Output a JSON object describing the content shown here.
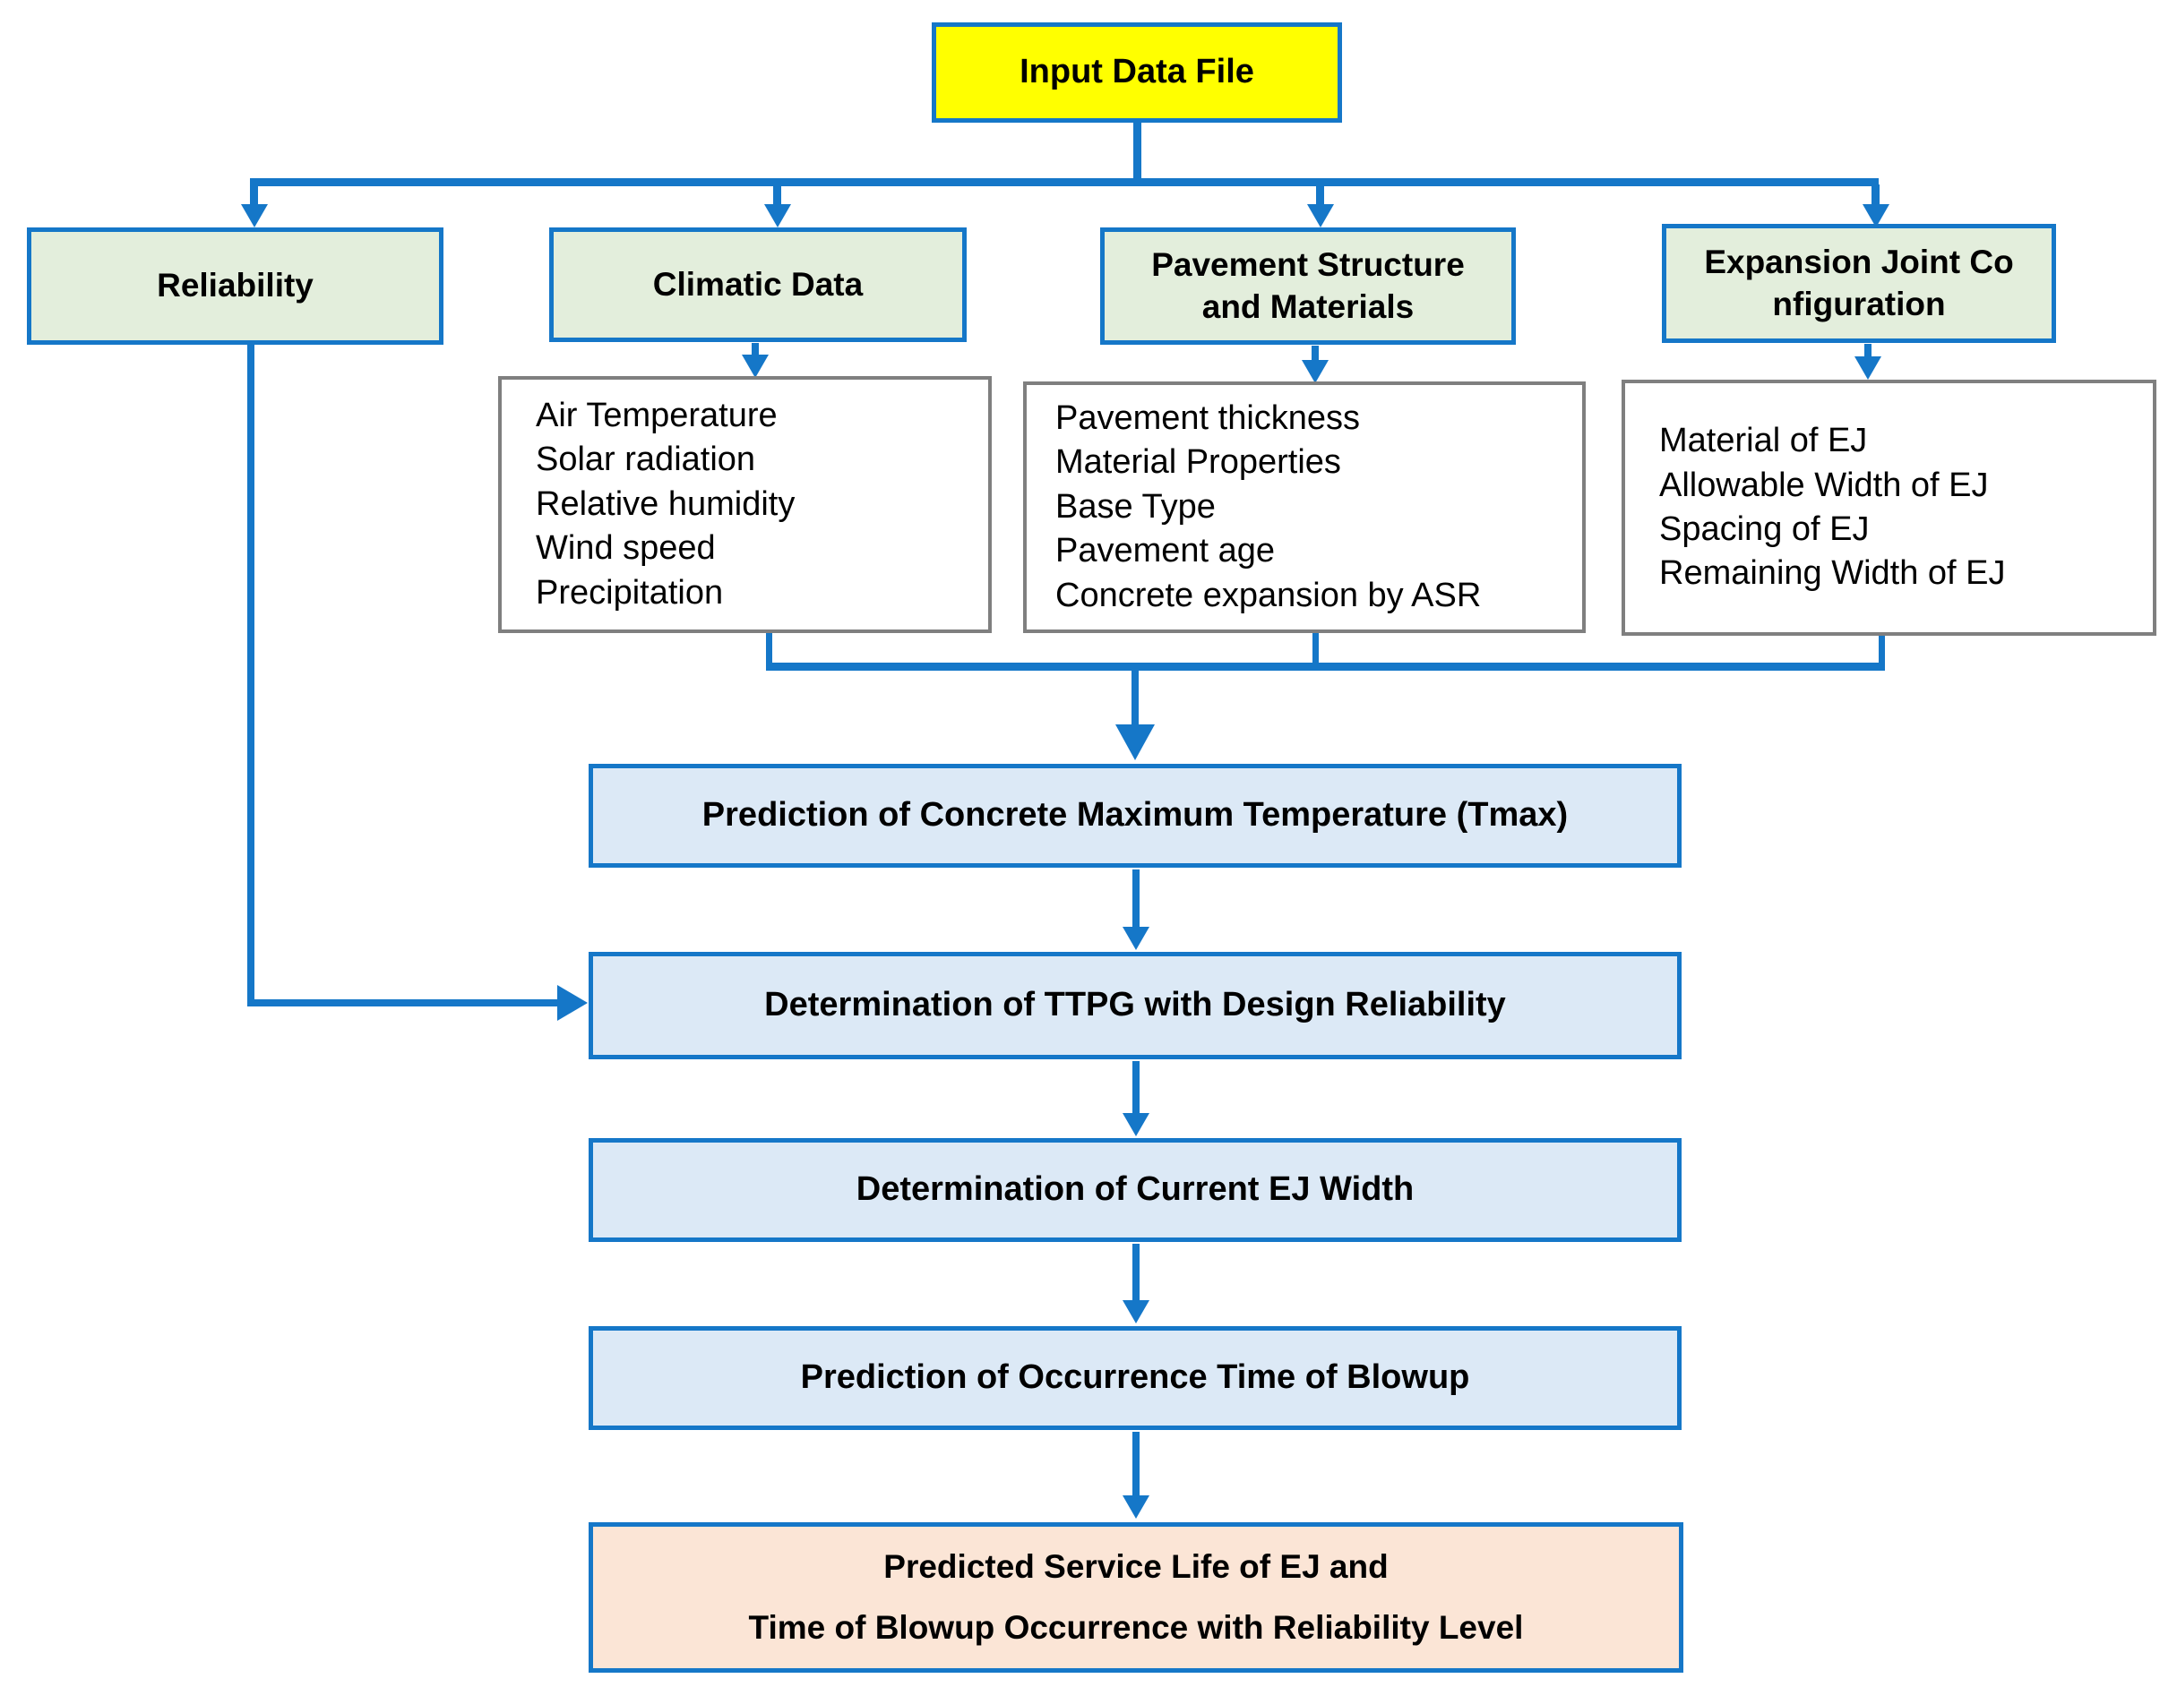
{
  "colors": {
    "accent_blue": "#1577C8",
    "input_fill": "#FFFF00",
    "branch_fill": "#E3EEDC",
    "detail_border": "#7F7F7F",
    "process_fill": "#DCE9F6",
    "result_fill": "#FBE5D6",
    "text": "#000000"
  },
  "input_box": {
    "label": "Input Data File"
  },
  "branches": [
    {
      "label": "Reliability",
      "details": []
    },
    {
      "label": "Climatic Data",
      "details": [
        "Air Temperature",
        "Solar radiation",
        "Relative humidity",
        "Wind speed",
        "Precipitation"
      ]
    },
    {
      "label_lines": [
        "Pavement Structure",
        "and Materials"
      ],
      "details": [
        "Pavement thickness",
        "Material Properties",
        "Base Type",
        "Pavement age",
        "Concrete expansion by ASR"
      ]
    },
    {
      "label_lines": [
        "Expansion Joint Co",
        "nfiguration"
      ],
      "details": [
        "Material of EJ",
        "Allowable Width of EJ",
        "Spacing of EJ",
        "Remaining Width of EJ"
      ]
    }
  ],
  "process_steps": [
    {
      "label": "Prediction of Concrete Maximum Temperature (Tmax)"
    },
    {
      "label": "Determination of TTPG with Design Reliability"
    },
    {
      "label": "Determination of Current EJ Width"
    },
    {
      "label": "Prediction of Occurrence Time of Blowup"
    }
  ],
  "result_box": {
    "lines": [
      "Predicted Service Life of EJ and",
      "Time of Blowup Occurrence with Reliability Level"
    ]
  }
}
